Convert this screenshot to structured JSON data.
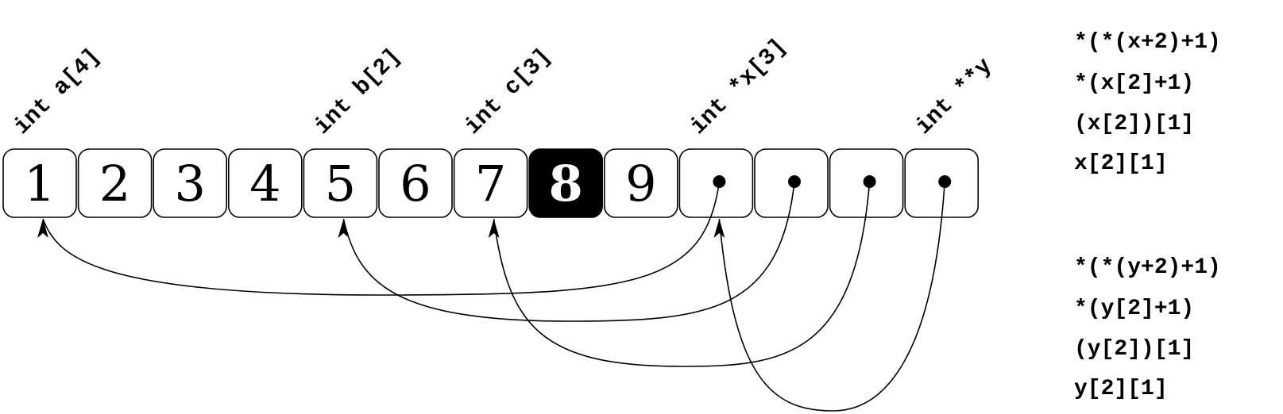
{
  "cells": [
    {
      "value": "1",
      "highlight": false
    },
    {
      "value": "2",
      "highlight": false
    },
    {
      "value": "3",
      "highlight": false
    },
    {
      "value": "4",
      "highlight": false
    },
    {
      "value": "5",
      "highlight": false
    },
    {
      "value": "6",
      "highlight": false
    },
    {
      "value": "7",
      "highlight": false
    },
    {
      "value": "8",
      "highlight": true
    },
    {
      "value": "9",
      "highlight": false
    },
    {
      "value": "",
      "pointer": true
    },
    {
      "value": "",
      "pointer": true
    },
    {
      "value": "",
      "pointer": true
    },
    {
      "value": "",
      "pointer": true
    }
  ],
  "labels": [
    {
      "text": "int a[4]",
      "cell": 0
    },
    {
      "text": "int b[2]",
      "cell": 4
    },
    {
      "text": "int c[3]",
      "cell": 6
    },
    {
      "text": "int *x[3]",
      "cell": 9
    },
    {
      "text": "int **y",
      "cell": 12
    }
  ],
  "pointers": [
    {
      "from": 9,
      "to": 0
    },
    {
      "from": 10,
      "to": 4
    },
    {
      "from": 11,
      "to": 6
    },
    {
      "from": 12,
      "to": 9
    }
  ],
  "x_expressions": [
    "*(*(x+2)+1)",
    "*(x[2]+1)",
    "(x[2])[1]",
    "x[2][1]"
  ],
  "y_expressions": [
    "*(*(y+2)+1)",
    "*(y[2]+1)",
    "(y[2])[1]",
    "y[2][1]"
  ],
  "colors": {
    "ink": "#000000",
    "paper": "#ffffff"
  }
}
